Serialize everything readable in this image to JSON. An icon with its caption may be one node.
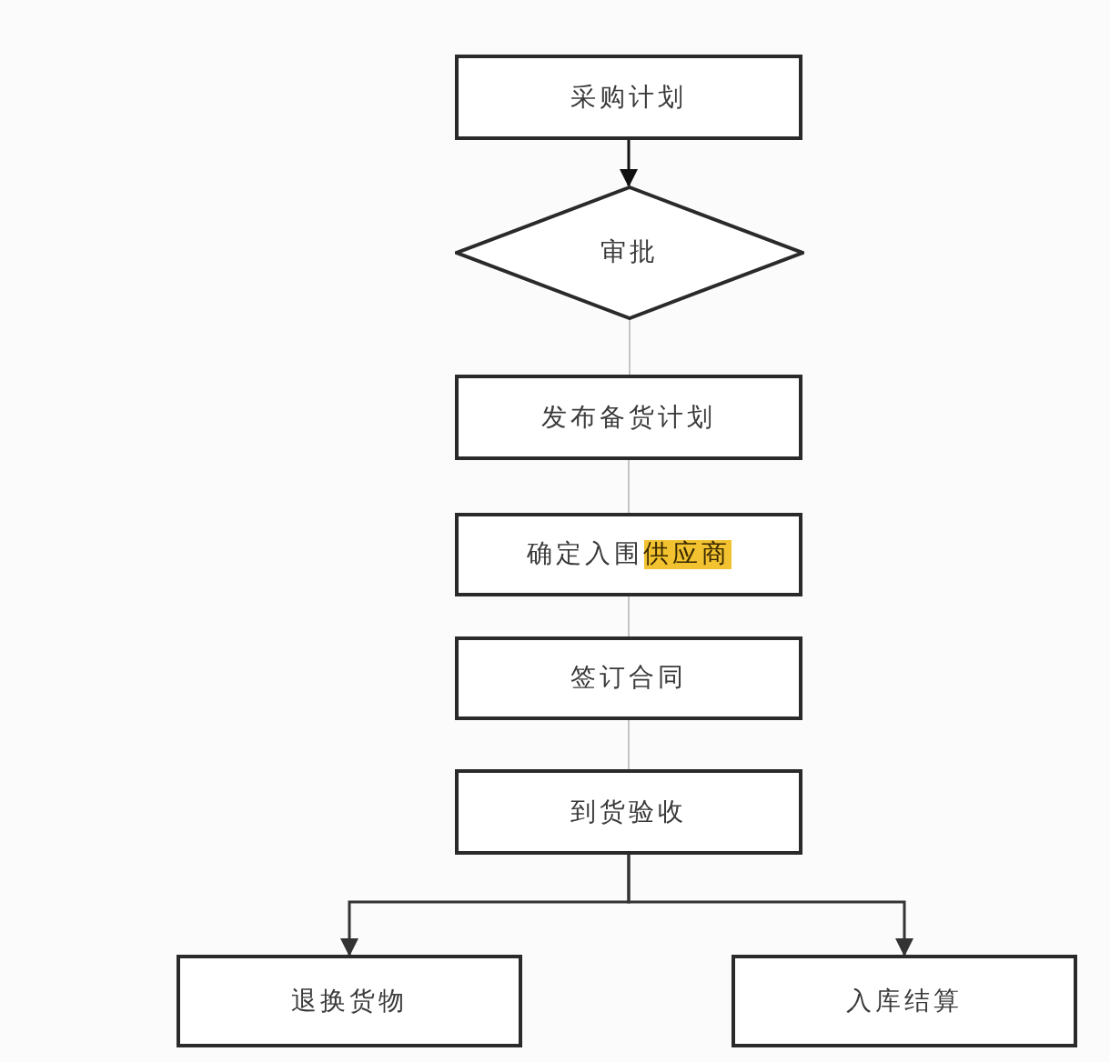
{
  "diagram": {
    "nodes": [
      {
        "text": [
          "采购计划"
        ]
      },
      {
        "text": [
          "审批"
        ]
      },
      {
        "text": [
          "发布备货计划"
        ]
      },
      {
        "text": [
          "确定入围**供应商**"
        ]
      },
      {
        "text": [
          "签订合同"
        ]
      },
      {
        "text": [
          "到货验收"
        ]
      },
      {
        "text": [
          "退换货物"
        ]
      },
      {
        "text": [
          "入库结算"
        ]
      }
    ],
    "edges": [
      {
        "from": 0,
        "to": 1,
        "arrow": "to",
        "color": "#111111"
      },
      {
        "from": 1,
        "to": 2,
        "arrow": "none"
      },
      {
        "from": 2,
        "to": 3,
        "arrow": "none"
      },
      {
        "from": 3,
        "to": 4,
        "arrow": "none"
      },
      {
        "from": 4,
        "to": 5,
        "arrow": "none"
      },
      {
        "from": 5,
        "to": 6,
        "arrow": "to",
        "color": "#333333"
      },
      {
        "from": 5,
        "to": 7,
        "arrow": "to",
        "color": "#333333"
      }
    ]
  }
}
